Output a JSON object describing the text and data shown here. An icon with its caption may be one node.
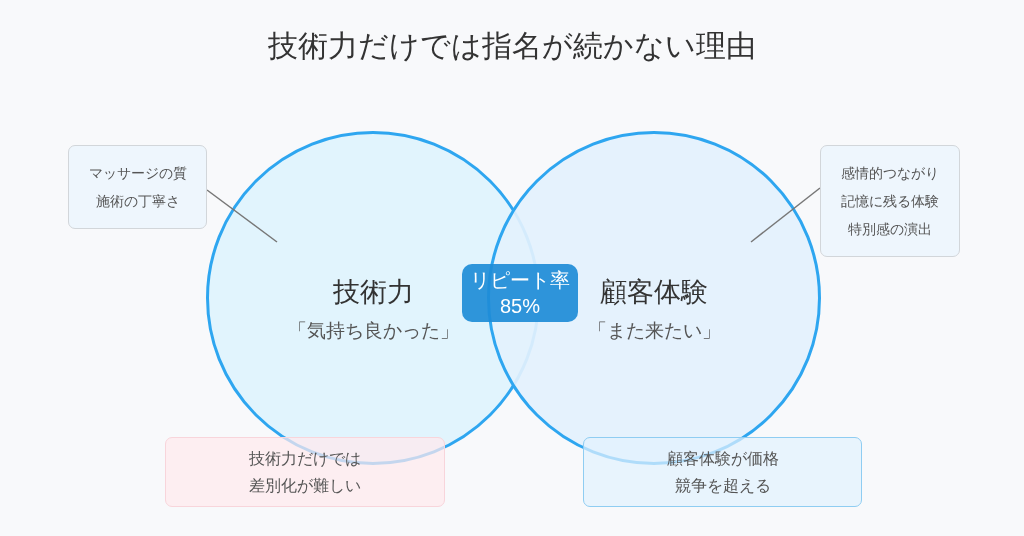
{
  "diagram": {
    "title": "技術力だけでは指名が続かない理由",
    "nodes": [
      {
        "text": [
          "技術力",
          "「気持ち良かった」"
        ]
      },
      {
        "text": [
          "顧客体験",
          "「また来たい」"
        ]
      },
      {
        "text": [
          "マッサージの質",
          "施術の丁寧さ"
        ]
      },
      {
        "text": [
          "感情的つながり",
          "記憶に残る体験",
          "特別感の演出"
        ]
      },
      {
        "text": [
          "技術力だけでは差別化が難しい"
        ]
      },
      {
        "text": [
          "顧客体験が価格競争を超える"
        ]
      }
    ],
    "edges": [
      {
        "from": 2,
        "to": 0,
        "arrow": "none"
      },
      {
        "from": 3,
        "to": 1,
        "arrow": "none"
      }
    ],
    "labels": [
      "リピート率",
      "85%"
    ]
  }
}
